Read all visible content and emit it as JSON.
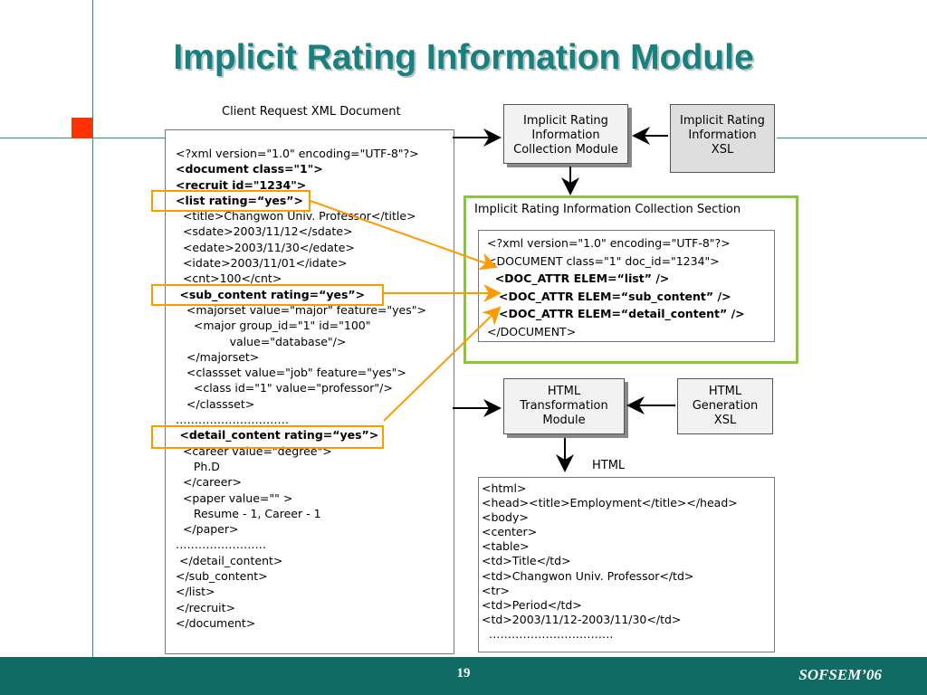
{
  "title": "Implicit Rating Information Module",
  "footer": {
    "page_number": "19",
    "conference": "SOFSEM’06"
  },
  "client_doc": {
    "caption": "Client Request XML Document",
    "lines": [
      "<?xml version=\"1.0\" encoding=\"UTF-8\"?>",
      "<document class=\"1\">",
      "<recruit id=\"1234\">",
      "<list rating=“yes”>",
      "  <title>Changwon Univ. Professor</title>",
      "  <sdate>2003/11/12</sdate>",
      "  <edate>2003/11/30</edate>",
      "  <idate>2003/11/01</idate>",
      "  <cnt>100</cnt>",
      " <sub_content rating=“yes”>",
      "   <majorset value=\"major\" feature=\"yes\">",
      "     <major group_id=\"1\" id=\"100\"",
      "               value=\"database\"/>",
      "   </majorset>",
      "   <classset value=\"job\" feature=\"yes\">",
      "     <class id=\"1\" value=\"professor\"/>",
      "   </classset>",
      "…………………………",
      " <detail_content rating=“yes”>",
      "  <career value=\"degree\">",
      "     Ph.D",
      "  </career>",
      "  <paper value=\"\" >",
      "     Resume - 1, Career - 1",
      "  </paper>",
      "……………………",
      " </detail_content>",
      "</sub_content>",
      "</list>",
      "</recruit>",
      "</document>"
    ]
  },
  "modules": {
    "collection_module": "Implicit Rating\nInformation\nCollection Module",
    "info_xsl": "Implicit Rating\nInformation\nXSL",
    "html_transform": "HTML\nTransformation\nModule",
    "html_gen_xsl": "HTML\nGeneration\nXSL"
  },
  "collection_section": {
    "caption": "Implicit Rating Information Collection Section",
    "lines": [
      "<?xml version=\"1.0\" encoding=\"UTF-8\"?>",
      "<DOCUMENT class=\"1\" doc_id=\"1234\">",
      "  <DOC_ATTR ELEM=“list” />",
      "   <DOC_ATTR ELEM=“sub_content” />",
      "   <DOC_ATTR ELEM=“detail_content” />",
      "</DOCUMENT>"
    ]
  },
  "html_output": {
    "caption": "HTML",
    "lines": [
      "<html>",
      "<head><title>Employment</title></head>",
      "<body>",
      "<center>",
      "<table>",
      "<td>Title</td>",
      "<td>Changwon Univ. Professor</td>",
      "<tr>",
      "<td>Period</td>",
      "<td>2003/11/12-2003/11/30</td>",
      "  ……………………………"
    ]
  },
  "colors": {
    "title": "#1a7f7f",
    "footer": "#0f6b63",
    "accent": "#ff3300",
    "highlight": "#ff9900",
    "section_frame": "#8cc63f"
  }
}
